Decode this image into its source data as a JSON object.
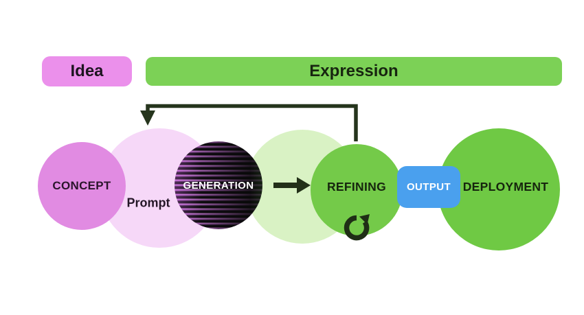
{
  "diagram": {
    "background_color": "#ffffff",
    "header": {
      "idea_label": "Idea",
      "idea_color": "#eb90eb",
      "expression_label": "Expression",
      "expression_color": "#7cd156"
    },
    "nodes": {
      "concept": {
        "label": "CONCEPT",
        "color": "#e18be2"
      },
      "prompt": {
        "label": "Prompt",
        "color": "#f6d8f8"
      },
      "generation": {
        "label": "GENERATION",
        "color": "#0c0a0d",
        "stripe_color": "#c674d6"
      },
      "intermediate_circle": {
        "color": "#d9f2c4"
      },
      "refining": {
        "label": "REFINING",
        "color": "#74ca49"
      },
      "output": {
        "label": "OUTPUT",
        "color": "#4aa0ee"
      },
      "deployment": {
        "label": "DEPLOYMENT",
        "color": "#6fc944"
      }
    },
    "connectors": {
      "feedback_loop": {
        "icon": "feedback-arrow-icon",
        "color": "#26351d"
      },
      "flow_arrow": {
        "icon": "arrow-right-icon",
        "color": "#223018"
      },
      "refine_cycle": {
        "icon": "refresh-cycle-icon",
        "color": "#1f2e16"
      }
    }
  }
}
